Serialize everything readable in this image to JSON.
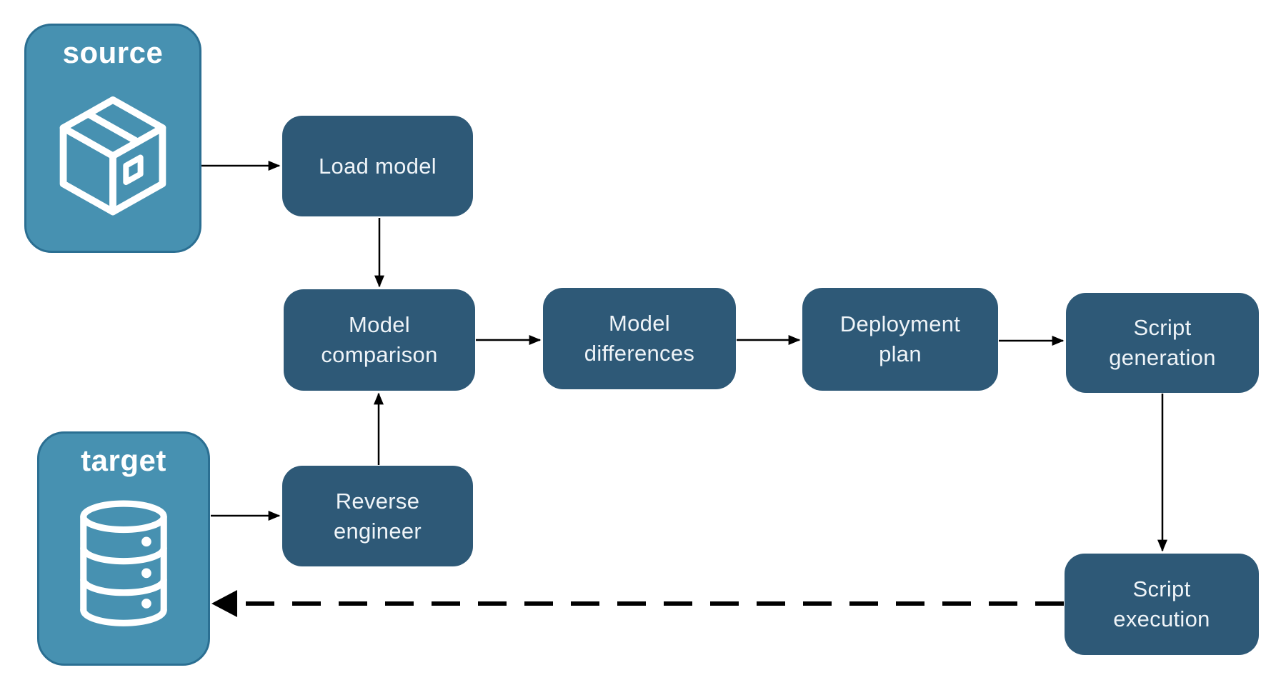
{
  "diagram": {
    "containers": {
      "source": {
        "label": "source",
        "icon": "package-icon"
      },
      "target": {
        "label": "target",
        "icon": "database-icon"
      }
    },
    "nodes": {
      "load_model": {
        "label": "Load model"
      },
      "model_comparison": {
        "label": "Model\ncomparison"
      },
      "model_differences": {
        "label": "Model\ndifferences"
      },
      "deployment_plan": {
        "label": "Deployment\nplan"
      },
      "script_generation": {
        "label": "Script\ngeneration"
      },
      "reverse_engineer": {
        "label": "Reverse\nengineer"
      },
      "script_execution": {
        "label": "Script\nexecution"
      }
    },
    "edges": [
      {
        "from": "source",
        "to": "load_model",
        "style": "solid"
      },
      {
        "from": "load_model",
        "to": "model_comparison",
        "style": "solid"
      },
      {
        "from": "model_comparison",
        "to": "model_differences",
        "style": "solid"
      },
      {
        "from": "model_differences",
        "to": "deployment_plan",
        "style": "solid"
      },
      {
        "from": "deployment_plan",
        "to": "script_generation",
        "style": "solid"
      },
      {
        "from": "script_generation",
        "to": "script_execution",
        "style": "solid"
      },
      {
        "from": "target",
        "to": "reverse_engineer",
        "style": "solid"
      },
      {
        "from": "reverse_engineer",
        "to": "model_comparison",
        "style": "solid"
      },
      {
        "from": "script_execution",
        "to": "target",
        "style": "dashed"
      }
    ]
  },
  "colors": {
    "node_fill": "#2E5977",
    "node_text": "#EFF4F8",
    "container_fill": "#4791B1",
    "container_border": "#2B6F92",
    "container_text": "#FFFFFF",
    "arrow": "#000000",
    "background": "#FFFFFF"
  }
}
